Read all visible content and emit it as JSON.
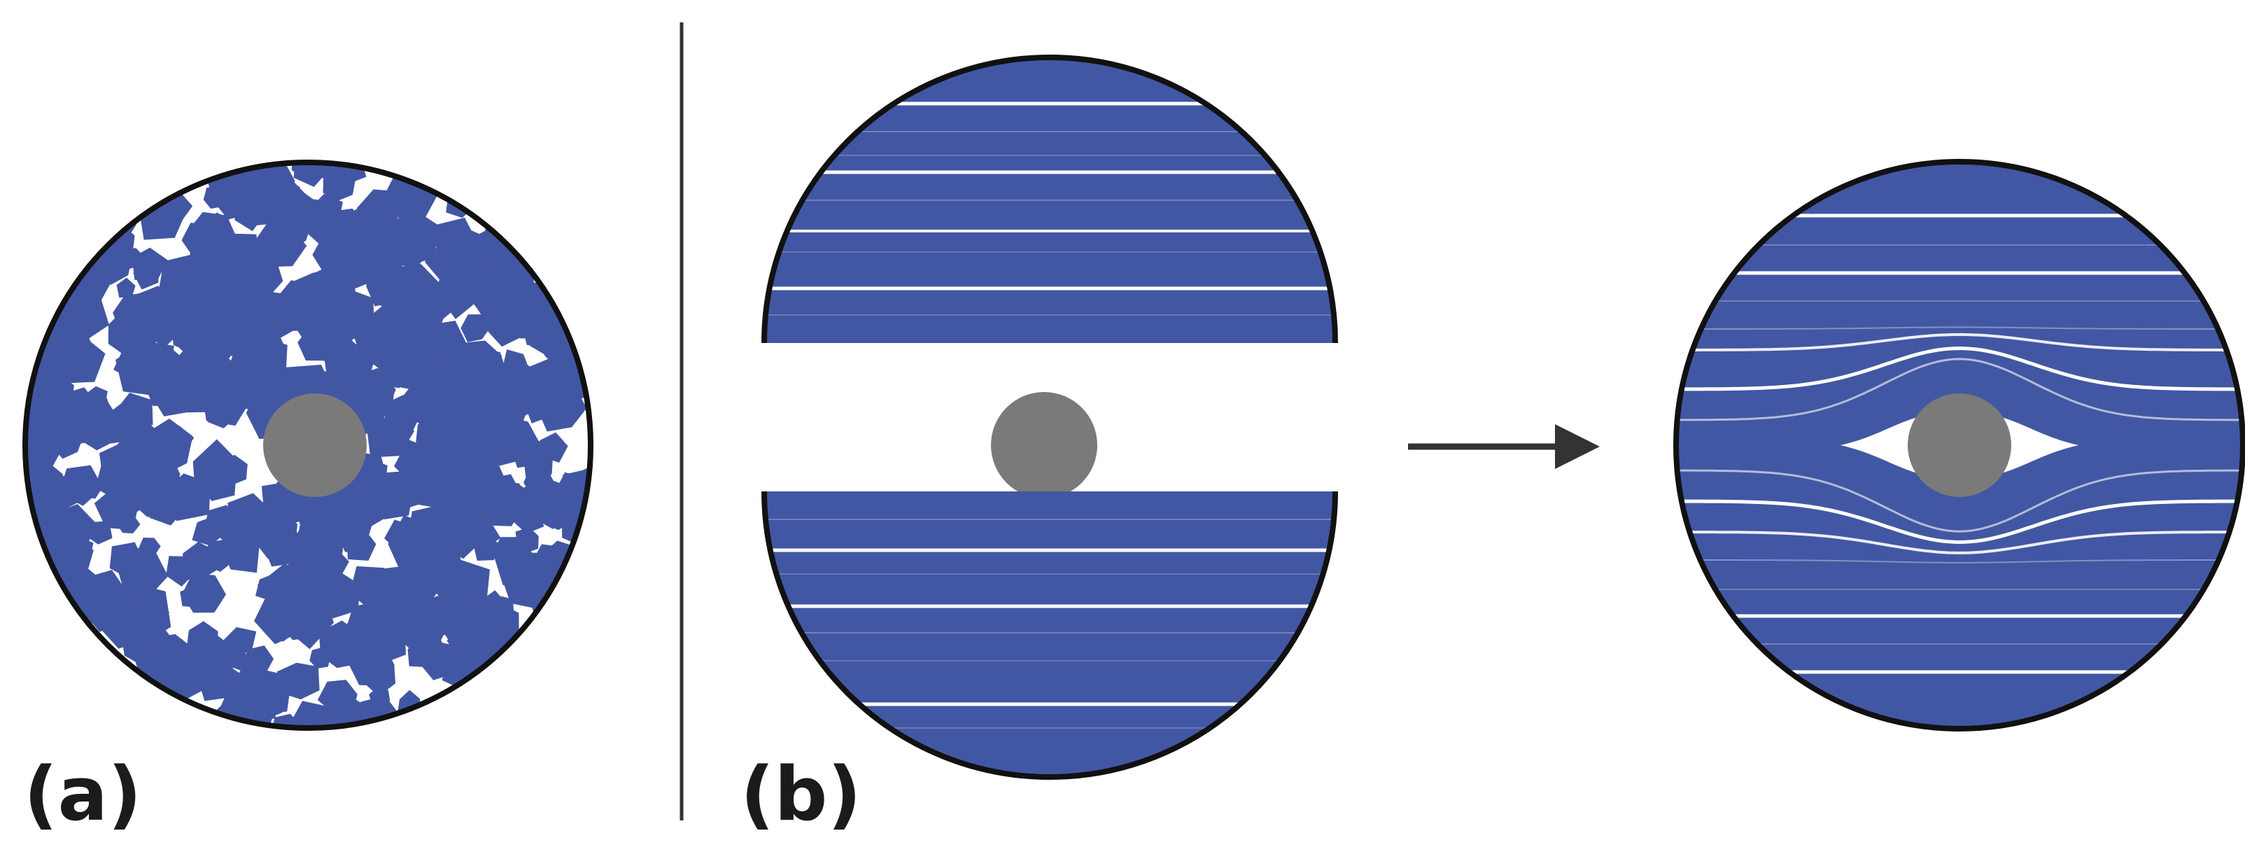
{
  "panel_labels": {
    "a": "(a)",
    "b": "(b)"
  },
  "colors": {
    "crystal": "#4257a3",
    "lamella": "#4257a3",
    "lamella_line": "#ffffff",
    "particle": "#7a7a7a",
    "outline": "#111111",
    "arrow": "#333333",
    "divider": "#333333",
    "background": "#ffffff"
  },
  "icons": {
    "particle": "grey-circle",
    "arrow": "right-arrow"
  }
}
